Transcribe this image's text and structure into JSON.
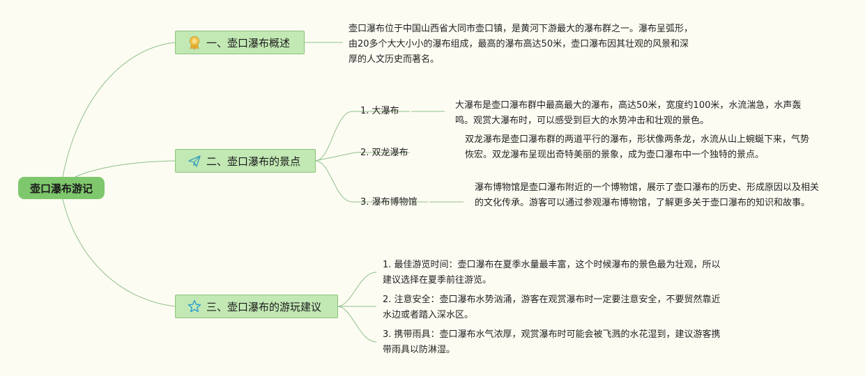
{
  "root": {
    "label": "壶口瀑布游记"
  },
  "branches": [
    {
      "label": "一、壶口瀑布概述",
      "icon": "ribbon-award-icon",
      "description": "壶口瀑布位于中国山西省大同市壶口镇，是黄河下游最大的瀑布群之一。瀑布呈弧形，由20多个大大小小的瀑布组成，最高的瀑布高达50米，壶口瀑布因其壮观的风景和深厚的人文历史而著名。"
    },
    {
      "label": "二、壶口瀑布的景点",
      "icon": "paper-plane-icon",
      "children": [
        {
          "label": "1. 大瀑布",
          "description": "大瀑布是壶口瀑布群中最高最大的瀑布，高达50米，宽度约100米，水流湍急，水声轰鸣。观赏大瀑布时，可以感受到巨大的水势冲击和壮观的景色。"
        },
        {
          "label": "2. 双龙瀑布",
          "description": "双龙瀑布是壶口瀑布群的两道平行的瀑布，形状像两条龙，水流从山上蜿蜒下来，气势恢宏。双龙瀑布呈现出奇特美丽的景象，成为壶口瀑布中一个独特的景点。"
        },
        {
          "label": "3. 瀑布博物馆",
          "description": "瀑布博物馆是壶口瀑布附近的一个博物馆，展示了壶口瀑布的历史、形成原因以及相关的文化传承。游客可以通过参观瀑布博物馆，了解更多关于壶口瀑布的知识和故事。"
        }
      ]
    },
    {
      "label": "三、壶口瀑布的游玩建议",
      "icon": "star-icon",
      "children": [
        {
          "label": "1. 最佳游览时间：壶口瀑布在夏季水量最丰富，这个时候瀑布的景色最为壮观，所以建议选择在夏季前往游览。"
        },
        {
          "label": "2. 注意安全：壶口瀑布水势汹涌，游客在观赏瀑布时一定要注意安全，不要贸然靠近水边或者踏入深水区。"
        },
        {
          "label": "3. 携带雨具：壶口瀑布水气浓厚，观赏瀑布时可能会被飞溅的水花湿到，建议游客携带雨具以防淋湿。"
        }
      ]
    }
  ]
}
